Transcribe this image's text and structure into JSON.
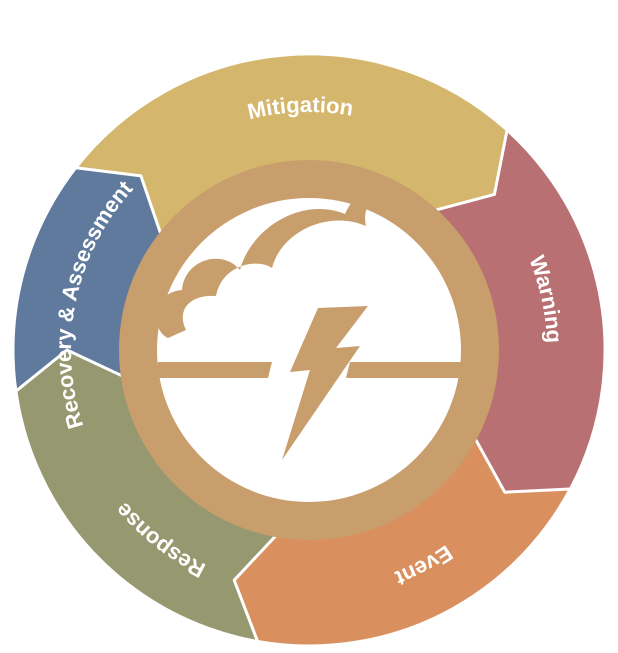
{
  "diagram": {
    "type": "cycle",
    "center_icon": "storm-cloud-lightning-icon",
    "stages": [
      {
        "label": "Mitigation",
        "color": "#d4b66c"
      },
      {
        "label": "Warning",
        "color": "#b87072"
      },
      {
        "label": "Event",
        "color": "#d98f5e"
      },
      {
        "label": "Response",
        "color": "#969870"
      },
      {
        "label": "Recovery & Assessment",
        "color": "#607a9d"
      }
    ],
    "colors": {
      "hub": "#c89e6c",
      "hub_inner": "#ffffff"
    }
  }
}
